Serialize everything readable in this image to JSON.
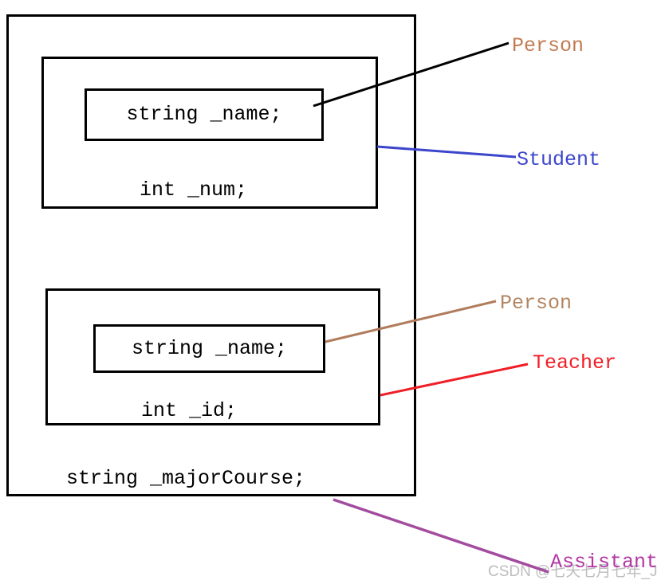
{
  "diagram": {
    "assistant_object": {
      "member": "string _majorCourse;",
      "student_part": {
        "person_part": {
          "member": "string _name;"
        },
        "member": "int _num;"
      },
      "teacher_part": {
        "person_part": {
          "member": "string _name;"
        },
        "member": "int _id;"
      }
    },
    "labels": {
      "person_in_student": "Person",
      "student": "Student",
      "person_in_teacher": "Person",
      "teacher": "Teacher",
      "assistant": "Assistant"
    }
  },
  "colors": {
    "box_border": "#000000",
    "person_student_label": "#c27b50",
    "person_line_student": "#000000",
    "student": "#3c45cb",
    "person_teacher_label": "#b28560",
    "person_line_teacher": "#b07c5c",
    "teacher": "#f01e26",
    "assistant_label": "#b338a5",
    "assistant_line": "#a34b9f",
    "watermark": "#bdbdbd"
  },
  "watermark": {
    "text": "CSDN @七天七月七年_J"
  }
}
